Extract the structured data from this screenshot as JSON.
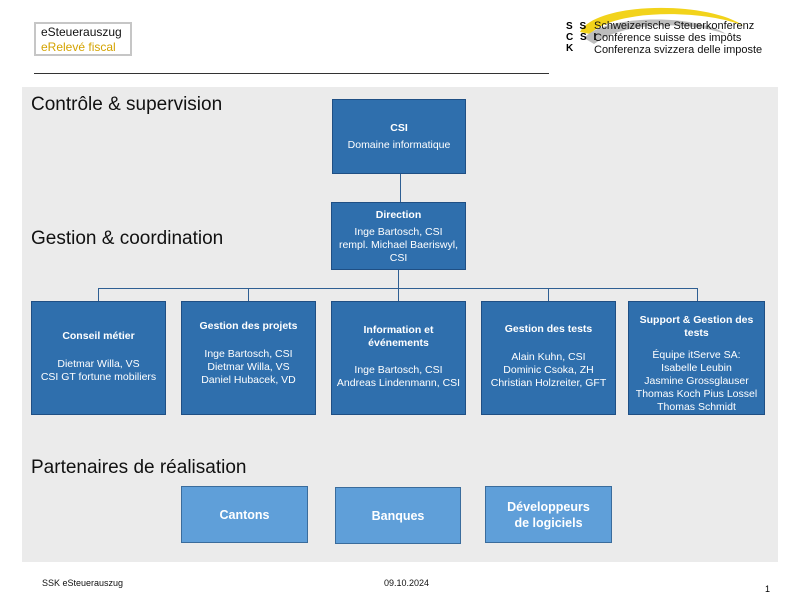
{
  "header": {
    "logo_line1": "eSteuerauszug",
    "logo_line2": "eRelevé fiscal",
    "ssk_letters": [
      "S  S",
      "C S  I",
      "K"
    ],
    "org_names": [
      "Schweizerische Steuerkonferenz",
      "Conférence suisse des impôts",
      "Conferenza svizzera delle imposte"
    ]
  },
  "sections": {
    "control": "Contrôle & supervision",
    "management": "Gestion & coordination",
    "partners": "Partenaires de réalisation"
  },
  "csi": {
    "title": "CSI",
    "lines": [
      "Domaine informatique"
    ]
  },
  "direction": {
    "title": "Direction",
    "lines": [
      "Inge Bartosch, CSI",
      "rempl. Michael Baeriswyl,",
      "CSI"
    ]
  },
  "units": [
    {
      "title": "Conseil métier",
      "lines": [
        "Dietmar Willa, VS",
        "CSI GT fortune mobiliers"
      ]
    },
    {
      "title": "Gestion des projets",
      "lines": [
        "Inge Bartosch, CSI",
        "Dietmar Willa, VS",
        "Daniel Hubacek, VD"
      ]
    },
    {
      "title": "Information et événements",
      "lines": [
        "Inge Bartosch, CSI",
        "Andreas Lindenmann, CSI"
      ]
    },
    {
      "title": "Gestion des tests",
      "lines": [
        "Alain Kuhn, CSI",
        "Dominic Csoka, ZH",
        "Christian Holzreiter, GFT"
      ]
    },
    {
      "title": "Support & Gestion des tests",
      "lines": [
        "Équipe itServe SA:",
        "Isabelle Leubin",
        "Jasmine Grossglauser",
        "Thomas Koch  Pius Lossel",
        "Thomas Schmidt"
      ]
    }
  ],
  "partners": [
    "Cantons",
    "Banques",
    "Développeurs de logiciels"
  ],
  "footer": {
    "left": "SSK eSteuerauszug",
    "date": "09.10.2024",
    "page": "1"
  },
  "colors": {
    "box": "#2f6fad",
    "partner_box": "#5f9fd9",
    "panel": "#ebebeb",
    "logo_accent": "#d4a300",
    "ssk_accent": "#f2d31b"
  }
}
